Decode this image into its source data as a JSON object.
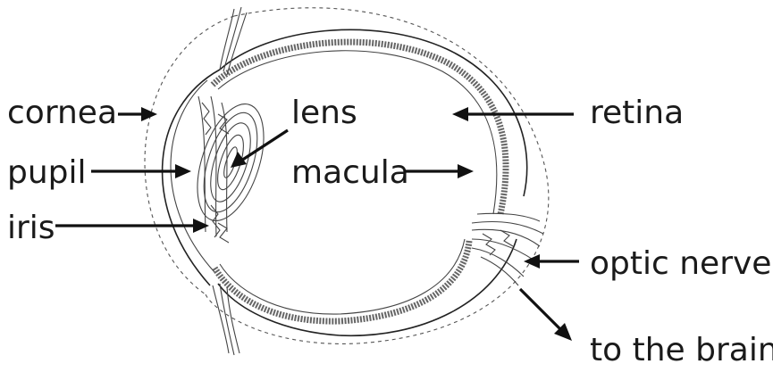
{
  "labels": {
    "cornea": "cornea",
    "lens": "lens",
    "retina": "retina",
    "pupil": "pupil",
    "macula": "macula",
    "iris": "iris",
    "optic_nerve": "optic nerve",
    "to_the_brain": "to the brain"
  }
}
